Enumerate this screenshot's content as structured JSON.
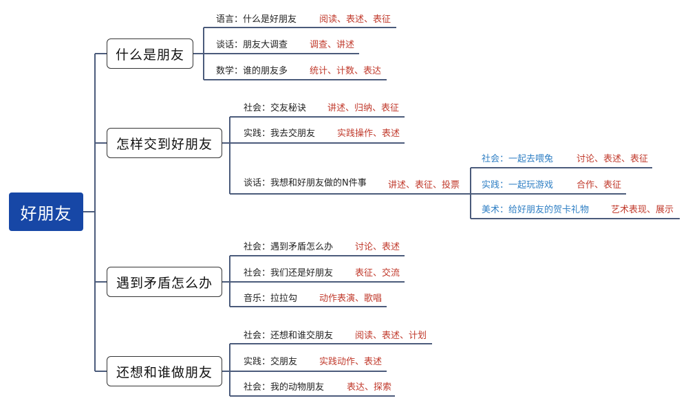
{
  "root": {
    "label": "好朋友"
  },
  "topics": [
    {
      "label": "什么是朋友",
      "items": [
        {
          "label": "语言：什么是好朋友",
          "tags": "阅读、表述、表征"
        },
        {
          "label": "谈话：朋友大调查",
          "tags": "调查、讲述"
        },
        {
          "label": "数学：谁的朋友多",
          "tags": "统计、计数、表达"
        }
      ]
    },
    {
      "label": "怎样交到好朋友",
      "items": [
        {
          "label": "社会：交友秘诀",
          "tags": "讲述、归纳、表征"
        },
        {
          "label": "实践：我去交朋友",
          "tags": "实践操作、表述"
        },
        {
          "label": "谈话：我想和好朋友做的N件事",
          "tags": "讲述、表征、投票",
          "children": [
            {
              "label": "社会：一起去喂兔",
              "tags": "讨论、表述、表征"
            },
            {
              "label": "实践：一起玩游戏",
              "tags": "合作、表征"
            },
            {
              "label": "美术：给好朋友的贺卡礼物",
              "tags": "艺术表现、展示"
            }
          ]
        }
      ]
    },
    {
      "label": "遇到矛盾怎么办",
      "items": [
        {
          "label": "社会：遇到矛盾怎么办",
          "tags": "讨论、表述"
        },
        {
          "label": "社会：我们还是好朋友",
          "tags": "表征、交流"
        },
        {
          "label": "音乐：拉拉勾",
          "tags": "动作表演、歌唱"
        }
      ]
    },
    {
      "label": "还想和谁做朋友",
      "items": [
        {
          "label": "社会：还想和谁交朋友",
          "tags": "阅读、表述、计划"
        },
        {
          "label": "实践：交朋友",
          "tags": "实践动作、表述"
        },
        {
          "label": "社会：我的动物朋友",
          "tags": "表达、探索"
        }
      ]
    }
  ],
  "colors": {
    "root_bg": "#1747a6",
    "line": "#4a5a7a",
    "tag_red": "#c0392b",
    "sub_blue": "#2f7fc4"
  }
}
